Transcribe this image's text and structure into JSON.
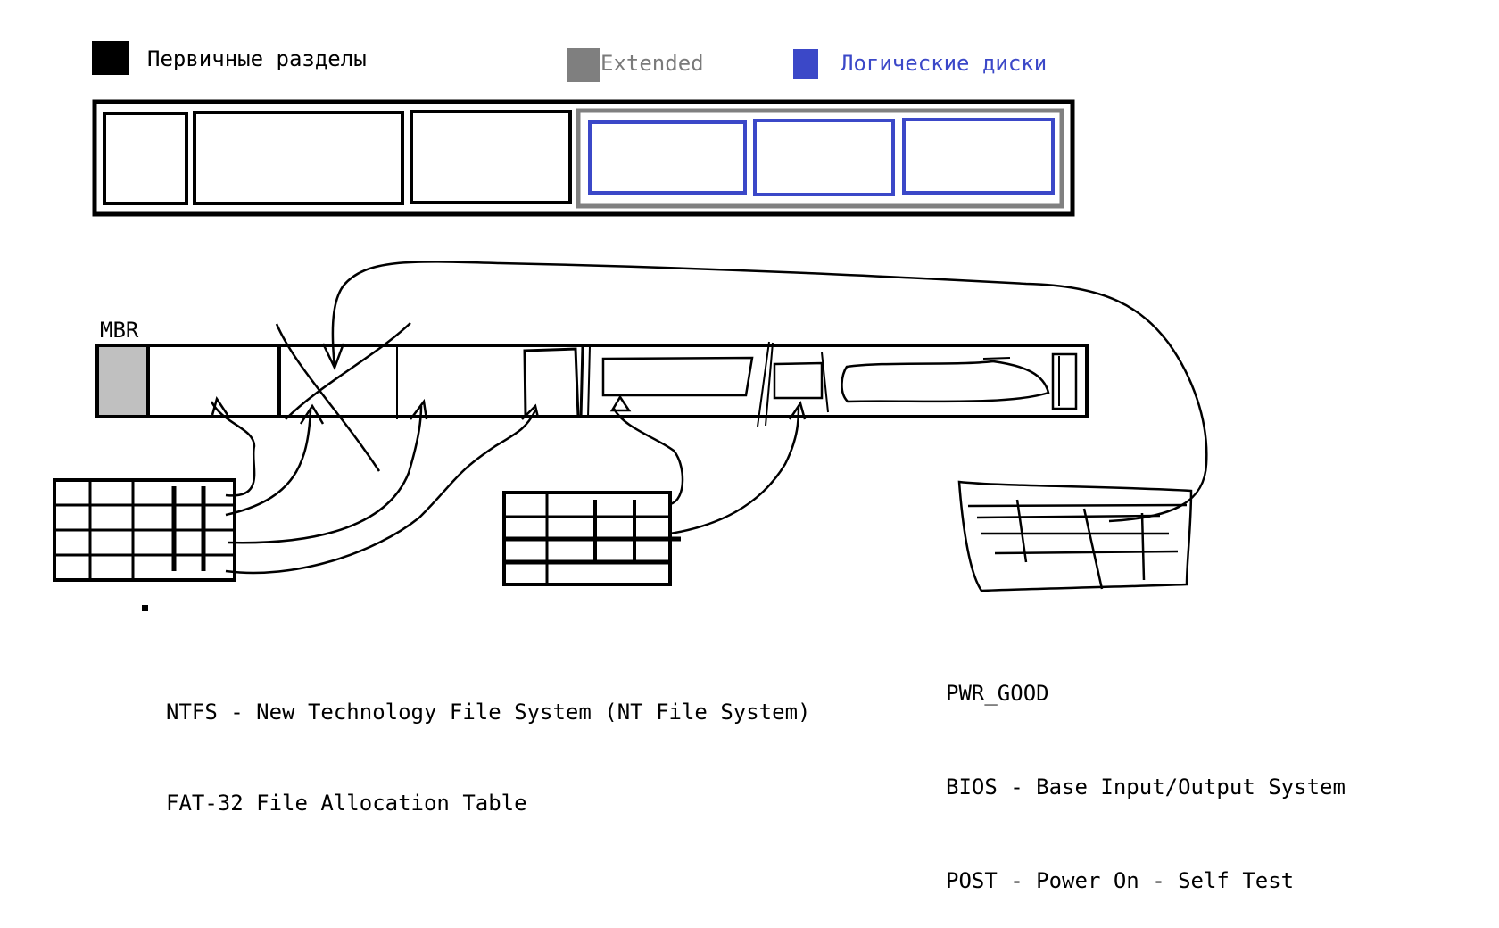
{
  "legend": {
    "primary": {
      "label": "Первичные разделы",
      "color": "#000000"
    },
    "extended": {
      "label": "Extended",
      "color": "#7f7f7f"
    },
    "logical": {
      "label": "Логические диски",
      "color": "#3b48c8"
    }
  },
  "disk": {
    "mbr_label": "MBR",
    "mbr_color": "#c0c0c0"
  },
  "notes_left": [
    "NTFS - New Technology File System (NT File System)",
    "FAT-32 File Allocation Table"
  ],
  "notes_right": [
    "PWR_GOOD",
    "BIOS - Base Input/Output System",
    "POST - Power On - Self Test"
  ]
}
